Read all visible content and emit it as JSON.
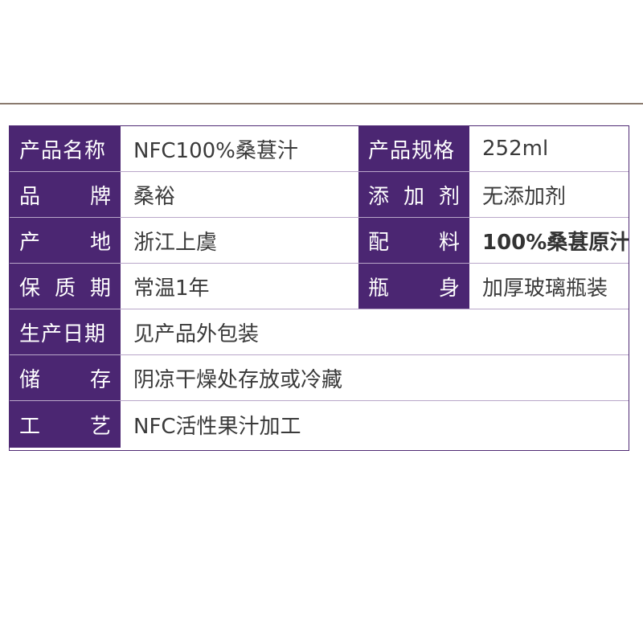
{
  "spec": {
    "rows": [
      {
        "l1": "产品名称",
        "v1": "NFC100%桑葚汁",
        "l2": "产品规格",
        "v2": "252ml"
      },
      {
        "l1": [
          "品",
          "牌"
        ],
        "v1": "桑裕",
        "l2": [
          "添",
          "加",
          "剂"
        ],
        "v2": "无添加剂"
      },
      {
        "l1": [
          "产",
          "地"
        ],
        "v1": "浙江上虞",
        "l2": [
          "配",
          "料"
        ],
        "v2": "100%桑葚原汁"
      },
      {
        "l1": [
          "保",
          "质",
          "期"
        ],
        "v1": "常温1年",
        "l2": [
          "瓶",
          "身"
        ],
        "v2": "加厚玻璃瓶装"
      },
      {
        "l1": "生产日期",
        "v1": "见产品外包装"
      },
      {
        "l1": [
          "储",
          "存"
        ],
        "v1": "阴凉干燥处存放或冷藏"
      },
      {
        "l1": [
          "工",
          "艺"
        ],
        "v1": "NFC活性果汁加工"
      }
    ]
  },
  "colors": {
    "label_bg": "#4b2672",
    "label_text": "#ffffff",
    "rule": "#8a7a6e"
  }
}
